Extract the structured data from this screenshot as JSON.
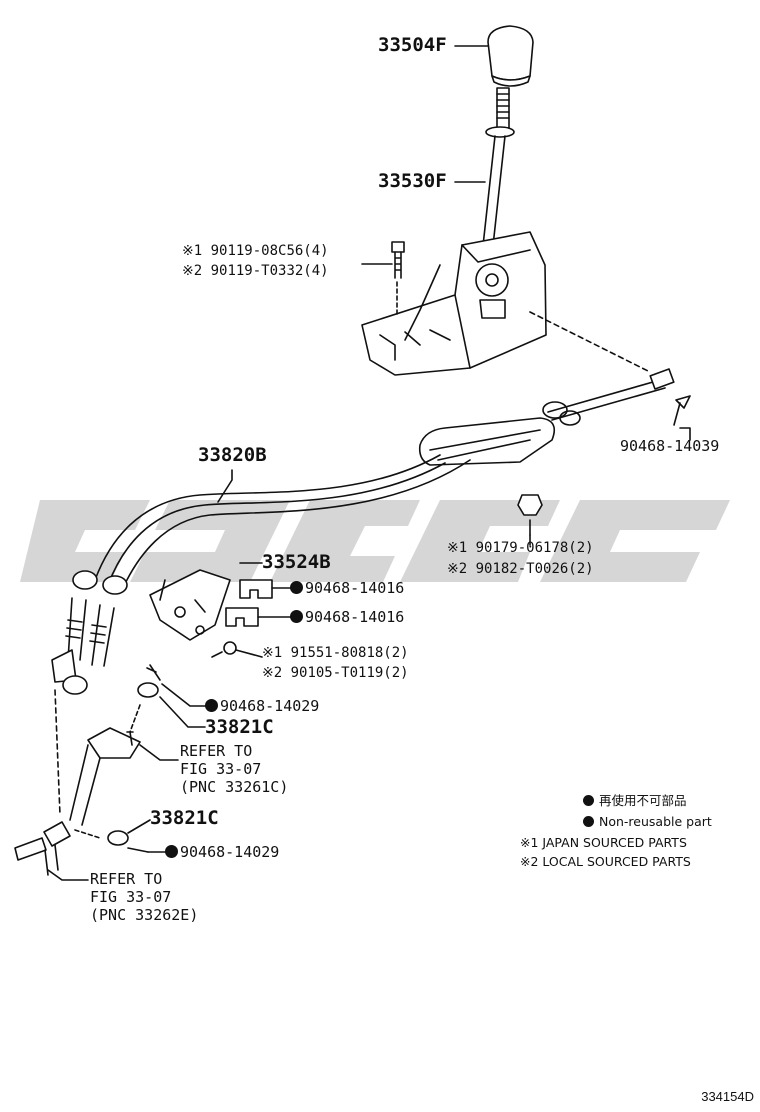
{
  "watermark_icon": "brand-watermark-icon",
  "parts": {
    "knob": "33504F",
    "lever": "33530F",
    "bolt_japan": "※1 90119-08C56(4)",
    "bolt_local": "※2 90119-T0332(4)",
    "pin_top": "90468-14039",
    "cable": "33820B",
    "nut_japan": "※1 90179-06178(2)",
    "nut_local": "※2 90182-T0026(2)",
    "bracket": "33524B",
    "clip_a": "90468-14016",
    "clip_b": "90468-14016",
    "screw_japan": "※1 91551-80818(2)",
    "screw_local": "※2 90105-T0119(2)",
    "pin_mid": "90468-14029",
    "washer_mid": "33821C",
    "washer_low": "33821C",
    "pin_low": "90468-14029"
  },
  "refs": {
    "upper": [
      "REFER TO",
      "FIG 33-07",
      "(PNC 33261C)"
    ],
    "lower": [
      "REFER TO",
      "FIG 33-07",
      "(PNC 33262E)"
    ]
  },
  "legend": {
    "nonreusable_jp": "再使用不可部品",
    "nonreusable_en": "Non-reusable part",
    "japan": "※1 JAPAN SOURCED PARTS",
    "local": "※2 LOCAL SOURCED PARTS"
  },
  "illustration_number": "334154D"
}
